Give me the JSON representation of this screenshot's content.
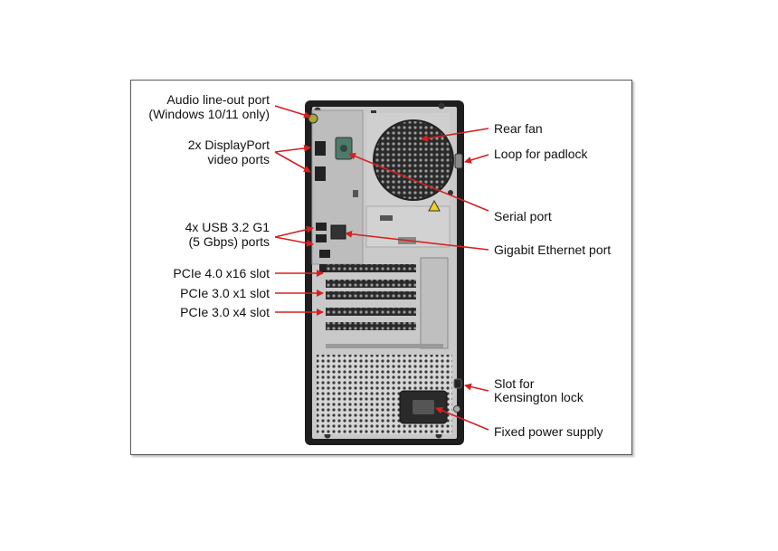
{
  "labels": {
    "audio_line1": "Audio line-out port",
    "audio_line2": "(Windows 10/11 only)",
    "dp_line1": "2x DisplayPort",
    "dp_line2": "video ports",
    "usb_line1": "4x USB 3.2 G1",
    "usb_line2": "(5 Gbps) ports",
    "pcie_x16": "PCIe 4.0 x16 slot",
    "pcie_x1": "PCIe 3.0 x1 slot",
    "pcie_x4": "PCIe 3.0 x4 slot",
    "rear_fan": "Rear fan",
    "padlock": "Loop for padlock",
    "serial": "Serial port",
    "ethernet": "Gigabit Ethernet port",
    "kensington_line1": "Slot for",
    "kensington_line2": "Kensington lock",
    "power": "Fixed power supply"
  },
  "colors": {
    "arrow": "#d62020",
    "chassis_frame": "#1e1e1e",
    "panel": "#c9c9c9",
    "warning": "#f2d21b"
  }
}
